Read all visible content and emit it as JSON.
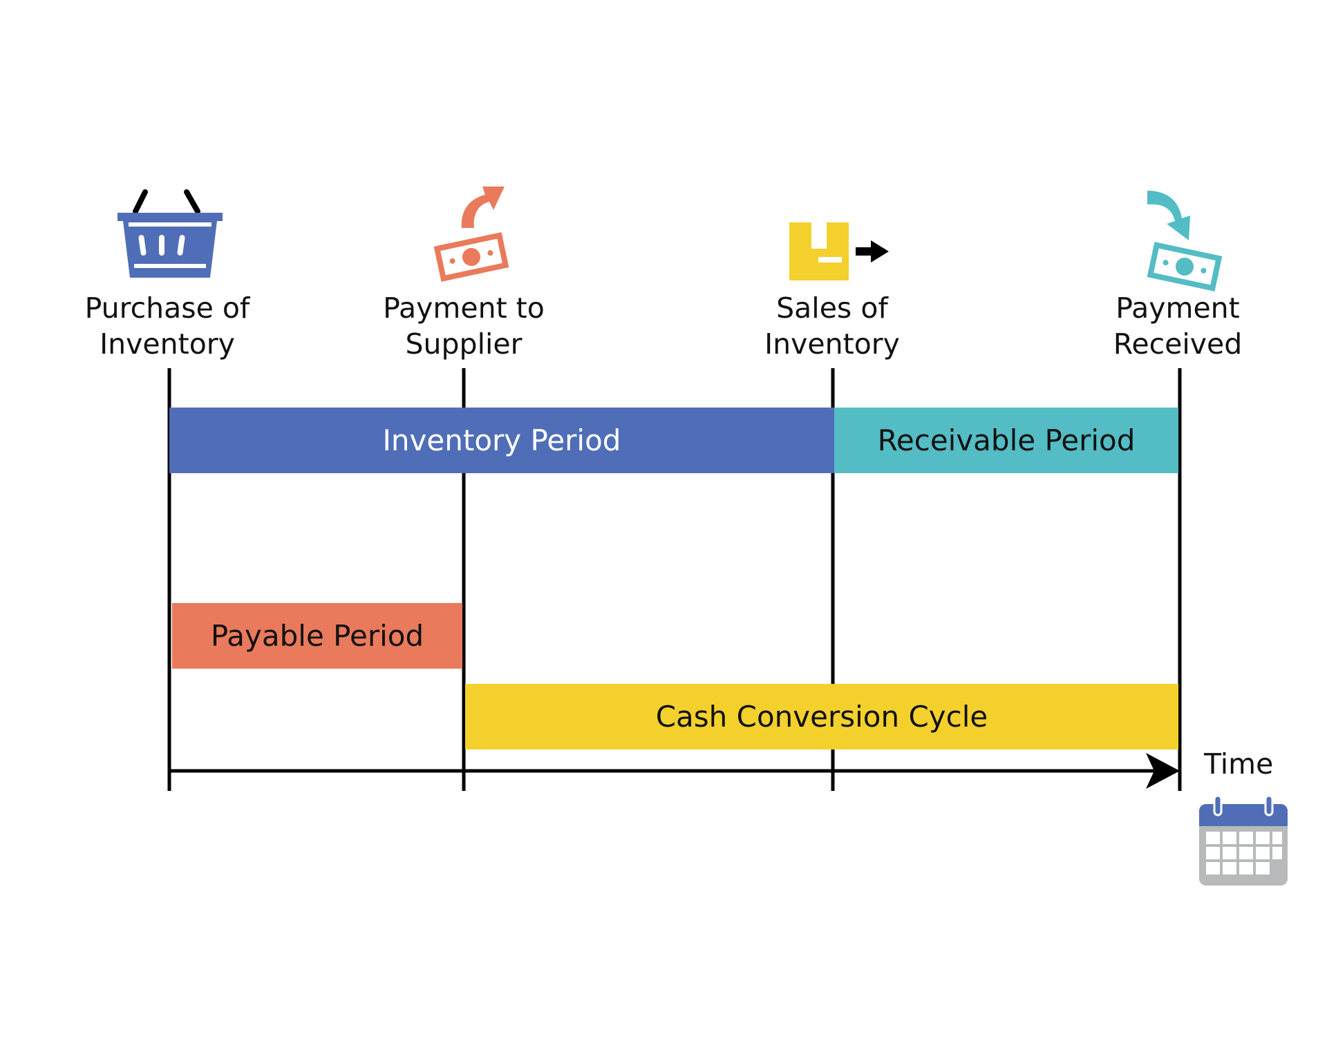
{
  "milestones": [
    {
      "label_line1": "Purchase of",
      "label_line2": "Inventory",
      "icon": "shopping-basket-icon",
      "color": "#506eb7"
    },
    {
      "label_line1": "Payment to",
      "label_line2": "Supplier",
      "icon": "money-out-icon",
      "color": "#e97a5b"
    },
    {
      "label_line1": "Sales of",
      "label_line2": "Inventory",
      "icon": "package-shipping-icon",
      "color": "#f4d02d"
    },
    {
      "label_line1": "Payment",
      "label_line2": "Received",
      "icon": "money-in-icon",
      "color": "#53bcc4"
    }
  ],
  "periods": {
    "inventory": {
      "label": "Inventory Period",
      "color": "#506eb7"
    },
    "receivable": {
      "label": "Receivable Period",
      "color": "#53bcc4"
    },
    "payable": {
      "label": "Payable Period",
      "color": "#e97a5b"
    },
    "cash_conversion": {
      "label": "Cash Conversion Cycle",
      "color": "#f4d02d"
    }
  },
  "axis": {
    "label": "Time",
    "icon": "calendar-icon"
  }
}
